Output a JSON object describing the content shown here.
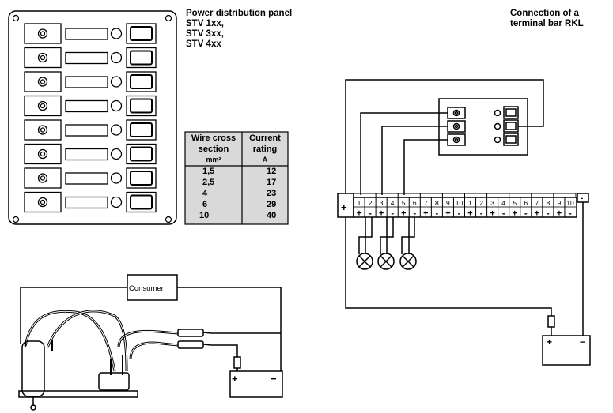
{
  "panel": {
    "title": "Power distribution panel",
    "models": [
      "STV 1xx,",
      "STV 3xx,",
      "STV 4xx"
    ],
    "rows": 8
  },
  "terminal_title": [
    "Connection of a",
    "terminal bar RKL"
  ],
  "wire_table": {
    "header_col1": [
      "Wire cross",
      "section",
      "mm²"
    ],
    "header_col2": [
      "Current",
      "rating",
      "A"
    ],
    "rows": [
      {
        "section": "1,5",
        "rating": "12"
      },
      {
        "section": "2,5",
        "rating": "17"
      },
      {
        "section": "4",
        "rating": "23"
      },
      {
        "section": "6",
        "rating": "29"
      },
      {
        "section": "10",
        "rating": "40"
      }
    ]
  },
  "consumer_label": "Consumer",
  "terminal_bar": {
    "main_plus": "+",
    "numbers": [
      "1",
      "2",
      "3",
      "4",
      "5",
      "6",
      "7",
      "8",
      "9",
      "10",
      "1",
      "2",
      "3",
      "4",
      "5",
      "6",
      "7",
      "8",
      "9",
      "10"
    ],
    "minus": "-",
    "pair_signs": [
      "+",
      "-"
    ]
  },
  "battery_signs": {
    "plus": "+",
    "minus": "−"
  },
  "colors": {
    "line": "#000000",
    "table_bg": "#d9d9d9"
  }
}
